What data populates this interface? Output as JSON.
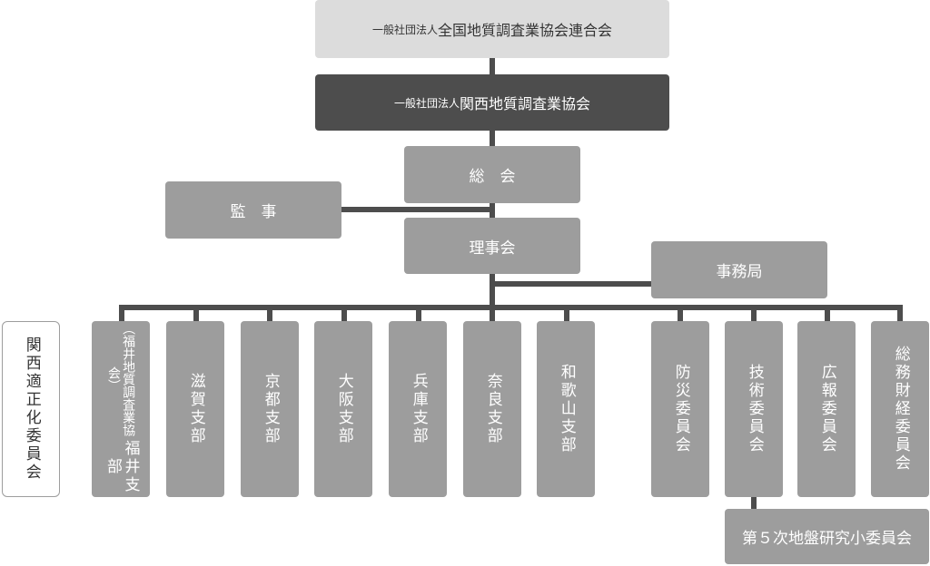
{
  "national": {
    "prefix": "一般社団法人",
    "name": "全国地質調査業協会連合会"
  },
  "kansai": {
    "prefix": "一般社団法人",
    "name": "関西地質調査業協会"
  },
  "general_meeting": "総　会",
  "auditor": "監　事",
  "board": "理事会",
  "secretariat": "事務局",
  "tekisei": "関西適正化委員会",
  "branches": [
    {
      "sub": "（福井地質調査業協会）",
      "name": "福井支部"
    },
    {
      "name": "滋賀支部"
    },
    {
      "name": "京都支部"
    },
    {
      "name": "大阪支部"
    },
    {
      "name": "兵庫支部"
    },
    {
      "name": "奈良支部"
    },
    {
      "name": "和歌山支部"
    }
  ],
  "committees": [
    {
      "name": "防災委員会"
    },
    {
      "name": "技術委員会"
    },
    {
      "name": "広報委員会"
    },
    {
      "name": "総務財経委員会"
    }
  ],
  "subcommittee": "第５次地盤研究小委員会",
  "colors": {
    "box": "#9d9d9d",
    "dark": "#4d4d4d",
    "light": "#dcdcdc",
    "line": "#4d4d4d"
  }
}
